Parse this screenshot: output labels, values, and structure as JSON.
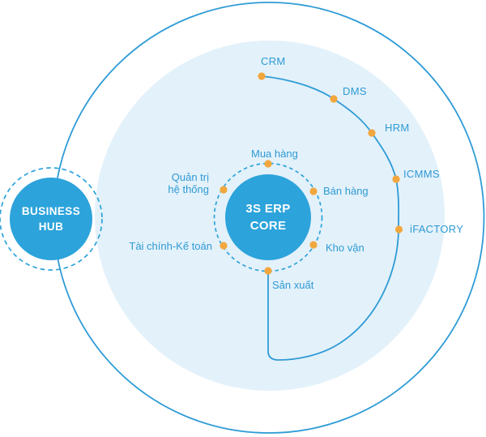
{
  "hub": {
    "line1": "BUSINESS",
    "line2": "HUB"
  },
  "core": {
    "line1": "3S ERP",
    "line2": "CORE"
  },
  "inner_modules": {
    "mua_hang": "Mua hàng",
    "ban_hang": "Bán hàng",
    "kho_van": "Kho vận",
    "san_xuat": "Sản xuất",
    "tai_chinh": "Tài chính-Kế toán",
    "quan_tri_line1": "Quản trị",
    "quan_tri_line2": "hệ thống"
  },
  "outer_modules": {
    "crm": "CRM",
    "dms": "DMS",
    "hrm": "HRM",
    "icmms": "ICMMS",
    "ifactory": "iFACTORY"
  },
  "colors": {
    "primary_blue": "#2ca3db",
    "stroke_blue": "#2e9bd6",
    "light_blue": "#e3f1fa",
    "text_blue": "#2e9ad5",
    "orange_dot": "#f2a73d"
  }
}
